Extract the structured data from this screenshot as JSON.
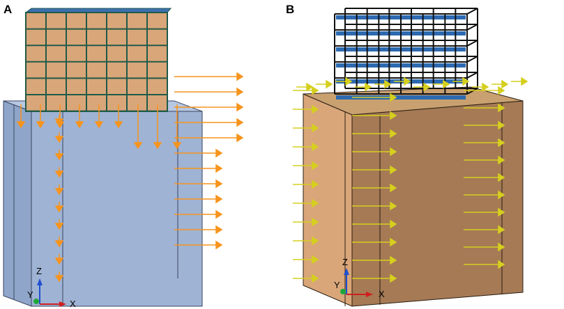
{
  "panels": [
    {
      "label": "A",
      "axes": {
        "z": "Z",
        "y": "Y",
        "x": "X"
      },
      "colors": {
        "soil": "#9fb3d4",
        "soil_dark": "#7f93b4",
        "load": "#f7941d",
        "building_fill": "#d9a67a",
        "frame": "#1f5a48"
      }
    },
    {
      "label": "B",
      "axes": {
        "z": "Z",
        "y": "Y",
        "x": "X"
      },
      "colors": {
        "soil": "#c4936a",
        "soil_dark": "#a57a55",
        "load": "#d6cf1e",
        "frame": "#111111",
        "slab": "#2d6ab0"
      }
    }
  ]
}
